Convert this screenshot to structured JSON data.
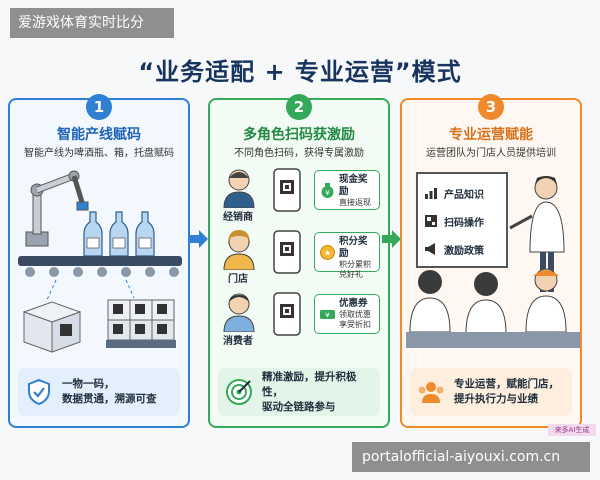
{
  "header": {
    "title": "爱游戏体育实时比分"
  },
  "main_title": "“业务适配 + 专业运营”模式",
  "panels": [
    {
      "number": "1",
      "title": "智能产线赋码",
      "subtitle": "智能产线为啤酒瓶、箱，托盘赋码",
      "footer_line1": "一物一码，",
      "footer_line2": "数据贯通，溯源可查"
    },
    {
      "number": "2",
      "title": "多角色扫码获激励",
      "subtitle": "不同角色扫码，获得专属激励",
      "roles": [
        {
          "label": "经销商",
          "reward_title": "现金奖励",
          "reward_desc1": "直接返现",
          "reward_desc2": ""
        },
        {
          "label": "门店",
          "reward_title": "积分奖励",
          "reward_desc1": "积分累积",
          "reward_desc2": "兑好礼"
        },
        {
          "label": "消费者",
          "reward_title": "优惠券",
          "reward_desc1": "领取优惠",
          "reward_desc2": "享受折扣"
        }
      ],
      "footer_line1": "精准激励，提升积极性，",
      "footer_line2": "驱动全链路参与"
    },
    {
      "number": "3",
      "title": "专业运营赋能",
      "subtitle": "运营团队为门店人员提供培训",
      "board_items": [
        "产品知识",
        "扫码操作",
        "激励政策"
      ],
      "footer_line1": "专业运营，赋能门店，",
      "footer_line2": "提升执行力与业绩"
    }
  ],
  "ai_tag": "来多AI生成",
  "watermark": "portalofficial-aiyouxi.com.cn",
  "colors": {
    "blue": "#2f7fd3",
    "green": "#34a95a",
    "orange": "#ef8a2c",
    "title": "#17345f"
  }
}
